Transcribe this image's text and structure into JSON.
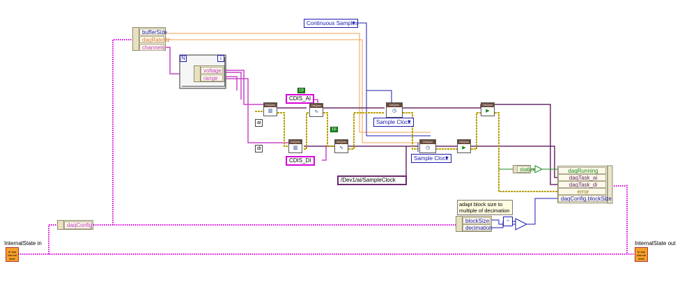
{
  "terminals": {
    "state_in_label": "InternalState in",
    "state_out_label": "InternalState out",
    "in_icon_text": "tp app internal state",
    "out_icon_text": "tp app internal state"
  },
  "bundle_config": {
    "items": [
      "bufferSize",
      "daqRateHz",
      "channels"
    ],
    "daqconfig_label": "daqConfig"
  },
  "for_loop": {
    "n_label": "N",
    "i_label": "i",
    "outputs": [
      "voltage",
      "range"
    ]
  },
  "constants": {
    "cdis_ai": "CDIS_AI",
    "cdis_di": "CDIS_DI",
    "ai_label": "ai",
    "di_label": "di",
    "clock_source": "/Dev1/ai/SampleClock",
    "true_text": "TF"
  },
  "rings": {
    "sample_mode": "Continuous Samples",
    "timing_ai": "Sample Clock",
    "timing_di": "Sample Clock"
  },
  "daqmx_header": "DAQmx",
  "comment": "adapt block size to multiple of decimation",
  "decimation_unbundle": [
    "blockSize",
    "decimation"
  ],
  "status_label": "status",
  "bundle_out": {
    "fields": [
      "daqRunning",
      "daqTask_ai",
      "daqTask_di",
      "error",
      "daqConfig.blockSize"
    ]
  },
  "colors": {
    "cluster_wire": "#d800d8",
    "int_wire": "#1a1ab0",
    "error_wire": "#b8a000",
    "task_wire": "#6a2a6a",
    "bool_wire": "#1b8a1b",
    "float_wire": "#f2a050"
  }
}
